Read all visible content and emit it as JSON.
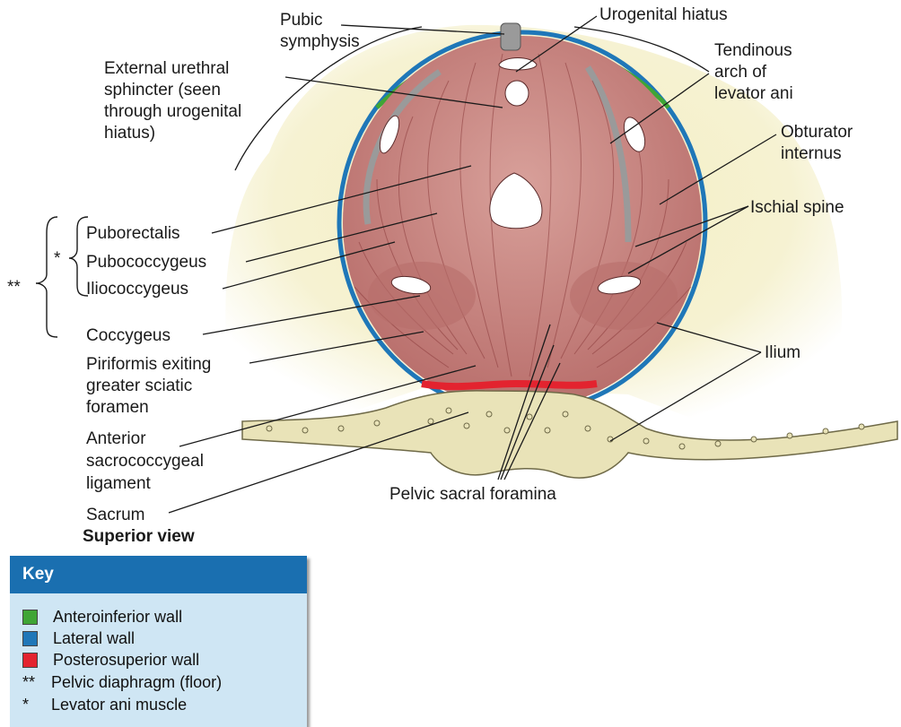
{
  "labels": {
    "pubic_symphysis": [
      "Pubic",
      "symphysis"
    ],
    "urogenital_hiatus": "Urogenital hiatus",
    "external_urethral_sphincter": [
      "External urethral",
      "sphincter (seen",
      "through urogenital",
      "hiatus)"
    ],
    "tendinous_arch": [
      "Tendinous",
      "arch of",
      "levator ani"
    ],
    "obturator_internus": [
      "Obturator",
      "internus"
    ],
    "ischial_spine": "Ischial spine",
    "puborectalis": "Puborectalis",
    "pubococcygeus": "Pubococcygeus",
    "iliococcygeus": "Iliococcygeus",
    "coccygeus": "Coccygeus",
    "piriformis": [
      "Piriformis exiting",
      "greater sciatic",
      "foramen"
    ],
    "ilium": "Ilium",
    "anterior_sacrococcygeal": [
      "Anterior",
      "sacrococcygeal",
      "ligament"
    ],
    "pelvic_sacral_foramina": "Pelvic sacral foramina",
    "sacrum": "Sacrum",
    "view": "Superior view",
    "single_star": "*",
    "double_star": "**"
  },
  "key": {
    "title": "Key",
    "items": [
      {
        "swatch": "#3fa535",
        "text": "Anteroinferior wall"
      },
      {
        "swatch": "#1f77b8",
        "text": "Lateral wall"
      },
      {
        "swatch": "#e3232f",
        "text": "Posterosuperior wall"
      }
    ],
    "symbols": [
      {
        "symbol": "**",
        "text": "Pelvic diaphragm (floor)"
      },
      {
        "symbol": "*",
        "text": "Levator ani muscle"
      }
    ]
  },
  "colors": {
    "anteroinferior_wall": "#3fa535",
    "lateral_wall": "#1f77b8",
    "posterosuperior_wall": "#e3232f",
    "muscle": "#c9827f",
    "background_tissue": "#f4efc4",
    "bone": "#e9e3b8"
  }
}
